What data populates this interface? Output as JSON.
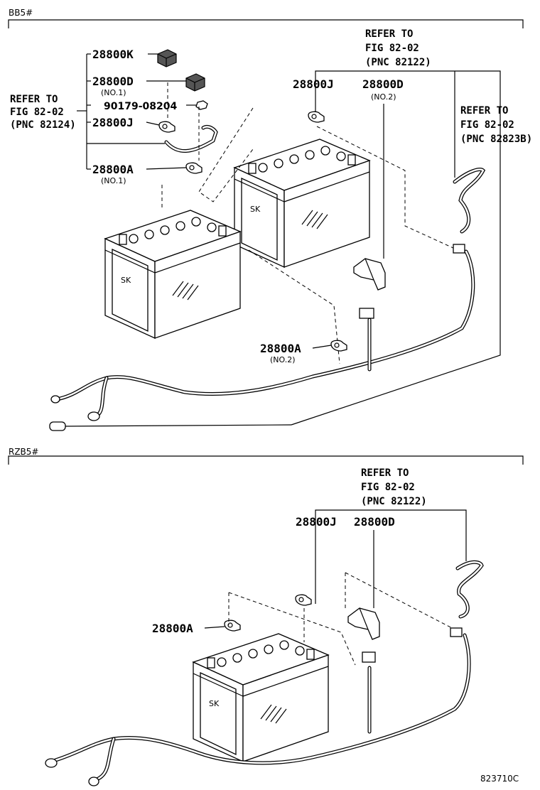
{
  "sections": {
    "bb5": {
      "label": "BB5#"
    },
    "rzb5": {
      "label": "RZB5#"
    }
  },
  "bb5_labels": {
    "p28800K": "28800K",
    "p28800D_left": "28800D",
    "no1_d": "(NO.1)",
    "p90179": "90179-08204",
    "p28800J_left": "28800J",
    "p28800A_left": "28800A",
    "no1_a": "(NO.1)",
    "p28800J_right": "28800J",
    "p28800D_right": "28800D",
    "no2_d": "(NO.2)",
    "p28800A_right": "28800A",
    "no2_a": "(NO.2)",
    "ref_left": {
      "l1": "REFER TO",
      "l2": "FIG 82-02",
      "l3": "(PNC 82124)"
    },
    "ref_top": {
      "l1": "REFER TO",
      "l2": "FIG 82-02",
      "l3": "(PNC 82122)"
    },
    "ref_right": {
      "l1": "REFER TO",
      "l2": "FIG 82-02",
      "l3": "(PNC 82823B)"
    }
  },
  "rzb5_labels": {
    "p28800J": "28800J",
    "p28800D": "28800D",
    "p28800A": "28800A",
    "ref_top": {
      "l1": "REFER TO",
      "l2": "FIG 82-02",
      "l3": "(PNC 82122)"
    }
  },
  "figure_code": "823710C"
}
